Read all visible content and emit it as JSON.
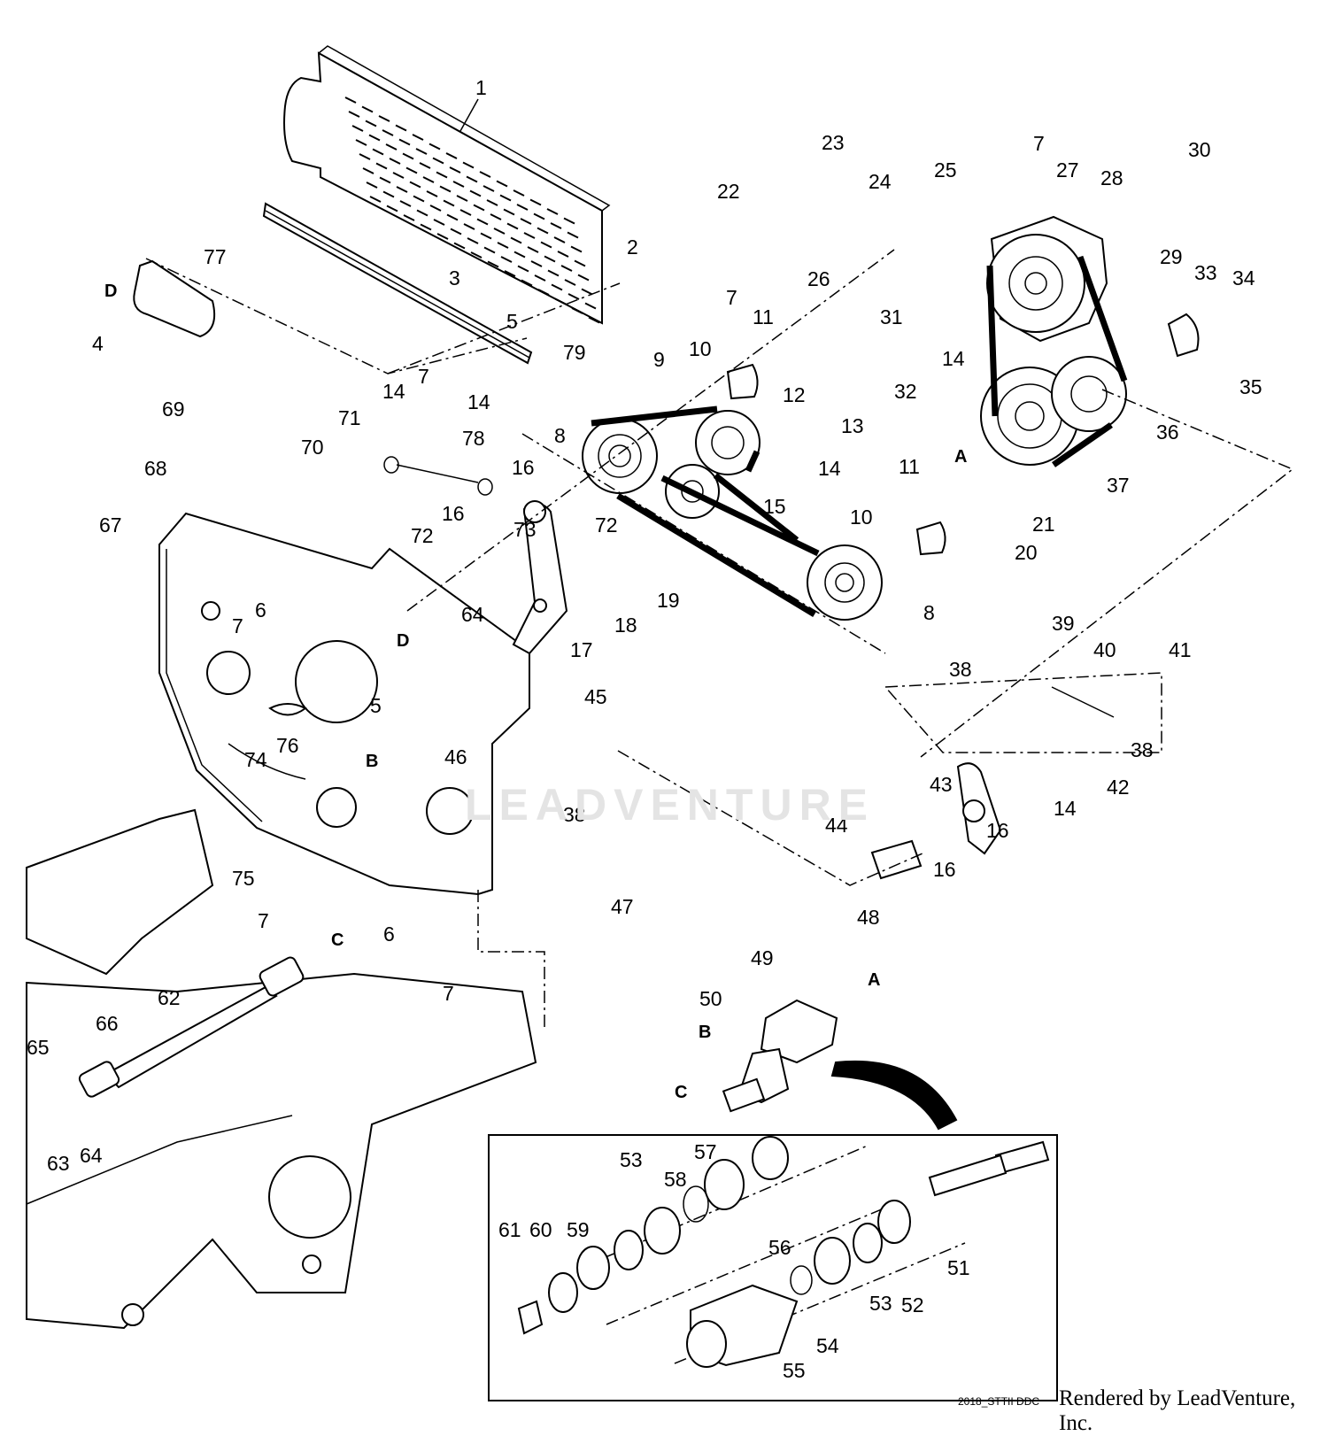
{
  "watermark": "LEADVENTURE",
  "drawing_code": "2018_STTII DDC",
  "rendered_by": "Rendered by LeadVenture, Inc.",
  "callouts": [
    {
      "id": "c1",
      "text": "1"
    },
    {
      "id": "c2",
      "text": "2"
    },
    {
      "id": "c3",
      "text": "3"
    },
    {
      "id": "c4",
      "text": "4"
    },
    {
      "id": "c5a",
      "text": "5"
    },
    {
      "id": "c5b",
      "text": "5"
    },
    {
      "id": "c6a",
      "text": "6"
    },
    {
      "id": "c6b",
      "text": "6"
    },
    {
      "id": "c7a",
      "text": "7"
    },
    {
      "id": "c7b",
      "text": "7"
    },
    {
      "id": "c7c",
      "text": "7"
    },
    {
      "id": "c7d",
      "text": "7"
    },
    {
      "id": "c7e",
      "text": "7"
    },
    {
      "id": "c7f",
      "text": "7"
    },
    {
      "id": "c8a",
      "text": "8"
    },
    {
      "id": "c8b",
      "text": "8"
    },
    {
      "id": "c9",
      "text": "9"
    },
    {
      "id": "c10a",
      "text": "10"
    },
    {
      "id": "c10b",
      "text": "10"
    },
    {
      "id": "c11a",
      "text": "11"
    },
    {
      "id": "c11b",
      "text": "11"
    },
    {
      "id": "c12",
      "text": "12"
    },
    {
      "id": "c13",
      "text": "13"
    },
    {
      "id": "c14a",
      "text": "14"
    },
    {
      "id": "c14b",
      "text": "14"
    },
    {
      "id": "c14c",
      "text": "14"
    },
    {
      "id": "c14d",
      "text": "14"
    },
    {
      "id": "c14e",
      "text": "14"
    },
    {
      "id": "c15",
      "text": "15"
    },
    {
      "id": "c16a",
      "text": "16"
    },
    {
      "id": "c16b",
      "text": "16"
    },
    {
      "id": "c16c",
      "text": "16"
    },
    {
      "id": "c16d",
      "text": "16"
    },
    {
      "id": "c17",
      "text": "17"
    },
    {
      "id": "c18",
      "text": "18"
    },
    {
      "id": "c19",
      "text": "19"
    },
    {
      "id": "c20",
      "text": "20"
    },
    {
      "id": "c21",
      "text": "21"
    },
    {
      "id": "c22",
      "text": "22"
    },
    {
      "id": "c23",
      "text": "23"
    },
    {
      "id": "c24",
      "text": "24"
    },
    {
      "id": "c25",
      "text": "25"
    },
    {
      "id": "c26",
      "text": "26"
    },
    {
      "id": "c27",
      "text": "27"
    },
    {
      "id": "c28",
      "text": "28"
    },
    {
      "id": "c29",
      "text": "29"
    },
    {
      "id": "c30",
      "text": "30"
    },
    {
      "id": "c31",
      "text": "31"
    },
    {
      "id": "c32",
      "text": "32"
    },
    {
      "id": "c33",
      "text": "33"
    },
    {
      "id": "c34",
      "text": "34"
    },
    {
      "id": "c35",
      "text": "35"
    },
    {
      "id": "c36",
      "text": "36"
    },
    {
      "id": "c37",
      "text": "37"
    },
    {
      "id": "c38a",
      "text": "38"
    },
    {
      "id": "c38b",
      "text": "38"
    },
    {
      "id": "c38c",
      "text": "38"
    },
    {
      "id": "c39",
      "text": "39"
    },
    {
      "id": "c40",
      "text": "40"
    },
    {
      "id": "c41",
      "text": "41"
    },
    {
      "id": "c42",
      "text": "42"
    },
    {
      "id": "c43",
      "text": "43"
    },
    {
      "id": "c44",
      "text": "44"
    },
    {
      "id": "c45",
      "text": "45"
    },
    {
      "id": "c46",
      "text": "46"
    },
    {
      "id": "c47",
      "text": "47"
    },
    {
      "id": "c48",
      "text": "48"
    },
    {
      "id": "c49",
      "text": "49"
    },
    {
      "id": "c50",
      "text": "50"
    },
    {
      "id": "c51",
      "text": "51"
    },
    {
      "id": "c52",
      "text": "52"
    },
    {
      "id": "c53a",
      "text": "53"
    },
    {
      "id": "c53b",
      "text": "53"
    },
    {
      "id": "c54",
      "text": "54"
    },
    {
      "id": "c55",
      "text": "55"
    },
    {
      "id": "c56",
      "text": "56"
    },
    {
      "id": "c57",
      "text": "57"
    },
    {
      "id": "c58",
      "text": "58"
    },
    {
      "id": "c59",
      "text": "59"
    },
    {
      "id": "c60",
      "text": "60"
    },
    {
      "id": "c61",
      "text": "61"
    },
    {
      "id": "c62",
      "text": "62"
    },
    {
      "id": "c63",
      "text": "63"
    },
    {
      "id": "c64a",
      "text": "64"
    },
    {
      "id": "c64b",
      "text": "64"
    },
    {
      "id": "c65",
      "text": "65"
    },
    {
      "id": "c66",
      "text": "66"
    },
    {
      "id": "c67",
      "text": "67"
    },
    {
      "id": "c68",
      "text": "68"
    },
    {
      "id": "c69",
      "text": "69"
    },
    {
      "id": "c70",
      "text": "70"
    },
    {
      "id": "c71",
      "text": "71"
    },
    {
      "id": "c72a",
      "text": "72"
    },
    {
      "id": "c72b",
      "text": "72"
    },
    {
      "id": "c73",
      "text": "73"
    },
    {
      "id": "c74",
      "text": "74"
    },
    {
      "id": "c75",
      "text": "75"
    },
    {
      "id": "c76",
      "text": "76"
    },
    {
      "id": "c77",
      "text": "77"
    },
    {
      "id": "c78",
      "text": "78"
    },
    {
      "id": "c79",
      "text": "79"
    }
  ],
  "reference_letters": [
    {
      "id": "lD1",
      "text": "D"
    },
    {
      "id": "lD2",
      "text": "D"
    },
    {
      "id": "lA1",
      "text": "A"
    },
    {
      "id": "lA2",
      "text": "A"
    },
    {
      "id": "lB1",
      "text": "B"
    },
    {
      "id": "lB2",
      "text": "B"
    },
    {
      "id": "lC1",
      "text": "C"
    },
    {
      "id": "lC2",
      "text": "C"
    }
  ]
}
